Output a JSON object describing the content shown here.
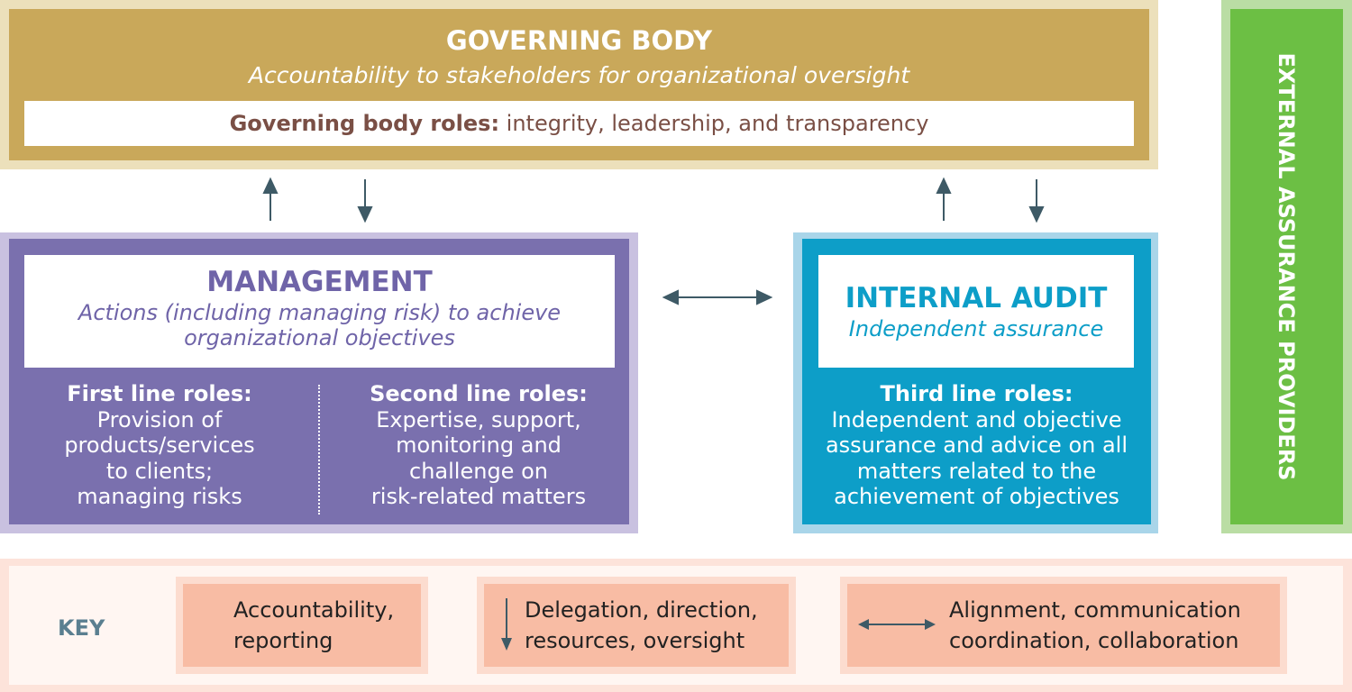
{
  "governing_body": {
    "title": "GOVERNING BODY",
    "subtitle": "Accountability to stakeholders for organizational oversight",
    "roles_label": "Governing body roles:",
    "roles_text": " integrity, leadership, and transparency"
  },
  "management": {
    "title": "MANAGEMENT",
    "subtitle_1": "Actions (including managing risk) to achieve",
    "subtitle_2": "organizational objectives",
    "first": {
      "label": "First line roles:",
      "lines": [
        "Provision of",
        "products/services",
        "to clients;",
        "managing risks"
      ]
    },
    "second": {
      "label": "Second line roles:",
      "lines": [
        "Expertise, support,",
        "monitoring and",
        "challenge on",
        "risk-related matters"
      ]
    }
  },
  "internal_audit": {
    "title": "INTERNAL AUDIT",
    "subtitle": "Independent assurance",
    "third": {
      "label": "Third line roles:",
      "lines": [
        "Independent and objective",
        "assurance and advice on all",
        "matters related to the",
        "achievement of objectives"
      ]
    }
  },
  "external": {
    "title": "EXTERNAL ASSURANCE PROVIDERS"
  },
  "key": {
    "label": "KEY",
    "items": [
      {
        "line1": "Accountability,",
        "line2": "reporting"
      },
      {
        "line1": "Delegation, direction,",
        "line2": "resources, oversight"
      },
      {
        "line1": "Alignment, communication",
        "line2": "coordination, collaboration"
      }
    ]
  },
  "colors": {
    "gold": "#c9a85a",
    "purple": "#7a70ae",
    "blue": "#0d9ec8",
    "green": "#6cbf44",
    "arrow": "#3e5a66",
    "key": "#f8bca4"
  }
}
